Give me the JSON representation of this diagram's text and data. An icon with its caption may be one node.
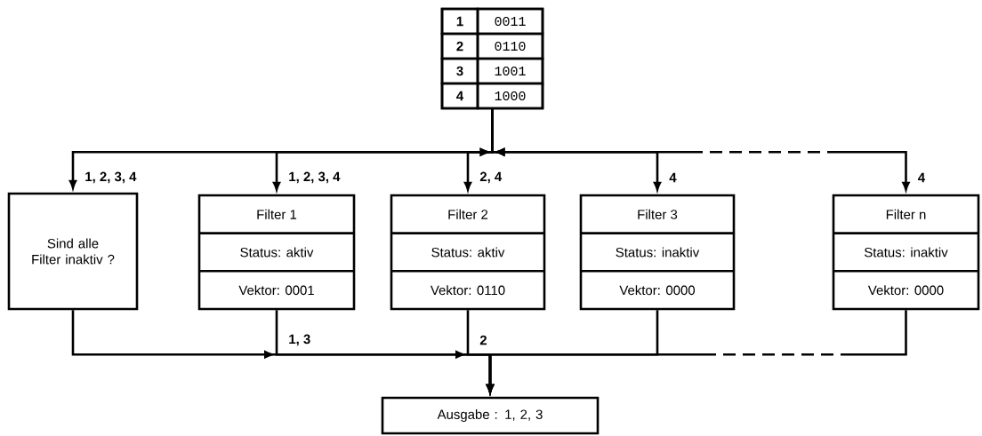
{
  "diagram": {
    "nodes": [
      {
        "text": [
          "1",
          "0011",
          "2",
          "0110",
          "3",
          "1001",
          "4",
          "1000"
        ]
      },
      {
        "text": [
          "Sind alle Filter inaktiv ?"
        ]
      },
      {
        "text": [
          "Filter 1",
          "Status: aktiv",
          "Vektor: 0001"
        ]
      },
      {
        "text": [
          "Filter 2",
          "Status: aktiv",
          "Vektor: 0110"
        ]
      },
      {
        "text": [
          "Filter 3",
          "Status: inaktiv",
          "Vektor: 0000"
        ]
      },
      {
        "text": [
          "Filter n",
          "Status: inaktiv",
          "Vektor: 0000"
        ]
      },
      {
        "text": [
          "Ausgabe : 1, 2, 3"
        ]
      }
    ],
    "edges": [
      {
        "from": 0,
        "to": 1,
        "arrow": "to",
        "label": "1, 2, 3, 4"
      },
      {
        "from": 0,
        "to": 2,
        "arrow": "to",
        "label": "1, 2, 3, 4"
      },
      {
        "from": 0,
        "to": 3,
        "arrow": "to",
        "label": "2, 4"
      },
      {
        "from": 0,
        "to": 4,
        "arrow": "to",
        "label": "4"
      },
      {
        "from": 0,
        "to": 5,
        "arrow": "to",
        "label": "4",
        "style": "dashed"
      },
      {
        "from": 1,
        "to": 6,
        "arrow": "to"
      },
      {
        "from": 2,
        "to": 6,
        "arrow": "to",
        "label": "1, 3"
      },
      {
        "from": 3,
        "to": 6,
        "arrow": "to",
        "label": "2"
      },
      {
        "from": 4,
        "to": 6,
        "arrow": "to"
      },
      {
        "from": 5,
        "to": 6,
        "arrow": "to",
        "style": "dashed"
      }
    ]
  }
}
